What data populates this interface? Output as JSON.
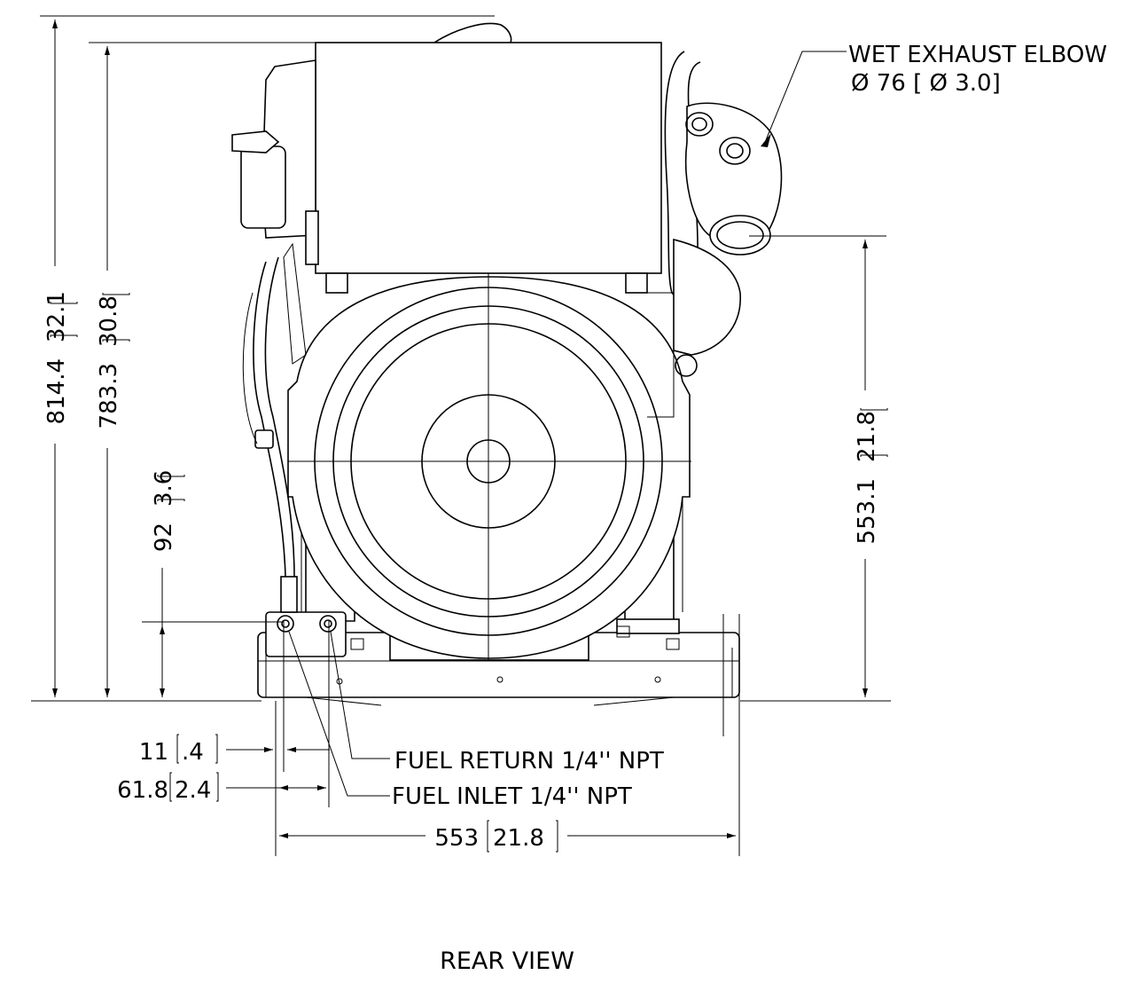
{
  "view_title": "REAR VIEW",
  "exhaust": {
    "label": "WET EXHAUST ELBOW",
    "diameter": "Ø 76 [ Ø 3.0]"
  },
  "fuel": {
    "return_label": "FUEL RETURN 1/4'' NPT",
    "inlet_label": "FUEL INLET 1/4'' NPT"
  },
  "dimensions": {
    "overall_height": "814.4",
    "overall_height_in": "32.1",
    "top_height": "783.3",
    "top_height_in": "30.8",
    "fuel_port_height": "92",
    "fuel_port_height_in": "3.6",
    "exhaust_height": "553.1",
    "exhaust_height_in": "21.8",
    "return_offset": "11",
    "return_offset_in": ".4",
    "inlet_offset": "61.8",
    "inlet_offset_in": "2.4",
    "overall_width": "553",
    "overall_width_in": "21.8"
  }
}
